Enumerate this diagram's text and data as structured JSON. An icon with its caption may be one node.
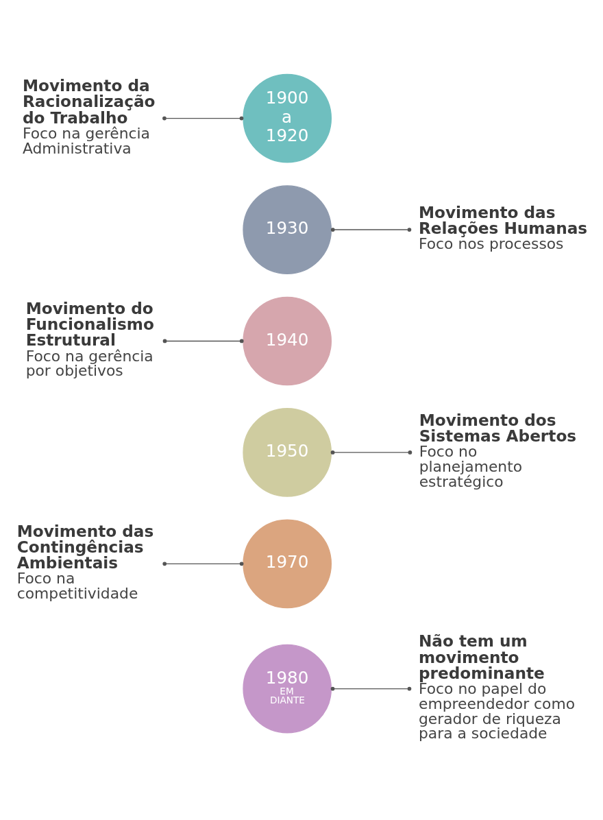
{
  "diagram": {
    "nodes": [
      {
        "text": [
          "Movimento da Racionalização do Trabalho",
          "Foco na gerência Administrativa"
        ]
      },
      {
        "text": [
          "1900 a 1920"
        ]
      },
      {
        "text": [
          "Movimento das Relações Humanas",
          "Foco nos processos"
        ]
      },
      {
        "text": [
          "1930"
        ]
      },
      {
        "text": [
          "Movimento do Funcionalismo Estrutural",
          "Foco na gerência por objetivos"
        ]
      },
      {
        "text": [
          "1940"
        ]
      },
      {
        "text": [
          "Movimento dos Sistemas Abertos",
          "Foco no planejamento estratégico"
        ]
      },
      {
        "text": [
          "1950"
        ]
      },
      {
        "text": [
          "Movimento das Contingências Ambientais",
          "Foco na competitividade"
        ]
      },
      {
        "text": [
          "1970"
        ]
      },
      {
        "text": [
          "Não tem um movimento predominante",
          "Foco no papel do empreendedor como gerador de riqueza para a sociedade"
        ]
      },
      {
        "text": [
          "1980",
          "EM DIANTE"
        ]
      }
    ],
    "edges": [
      {
        "from": 0,
        "to": 1,
        "arrow": "other"
      },
      {
        "from": 3,
        "to": 2,
        "arrow": "other"
      },
      {
        "from": 4,
        "to": 5,
        "arrow": "other"
      },
      {
        "from": 7,
        "to": 6,
        "arrow": "other"
      },
      {
        "from": 8,
        "to": 9,
        "arrow": "other"
      },
      {
        "from": 11,
        "to": 10,
        "arrow": "other"
      }
    ]
  }
}
